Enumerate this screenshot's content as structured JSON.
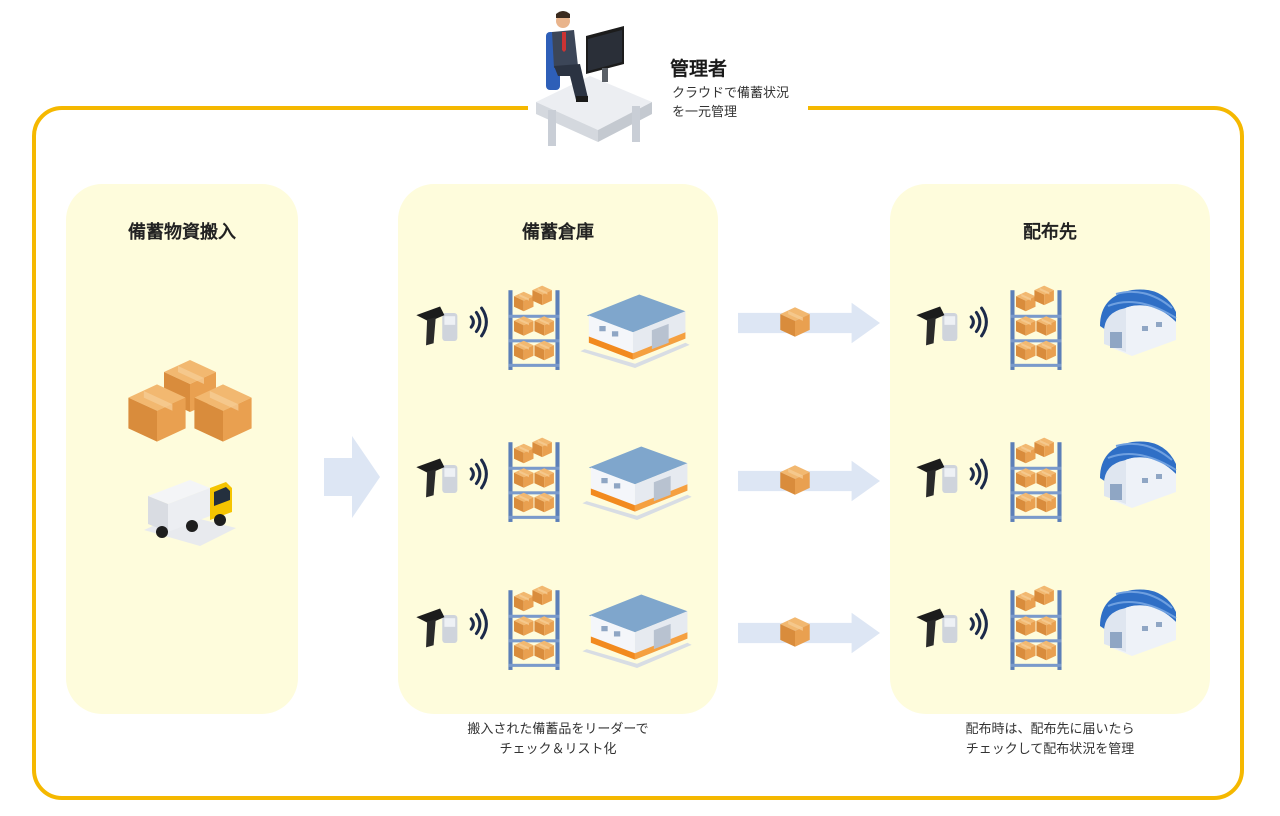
{
  "admin": {
    "title": "管理者",
    "desc_line1": "クラウドで備蓄状況",
    "desc_line2": "を一元管理"
  },
  "panels": {
    "intake": {
      "title": "備蓄物資搬入"
    },
    "warehouse": {
      "title": "備蓄倉庫",
      "caption_line1": "搬入された備蓄品をリーダーで",
      "caption_line2": "チェック＆リスト化"
    },
    "destination": {
      "title": "配布先",
      "caption_line1": "配布時は、配布先に届いたら",
      "caption_line2": "チェックして配布状況を管理"
    }
  },
  "colors": {
    "frame": "#f5b800",
    "panel_bg": "#fefcdc",
    "arrow": "#dde6f4",
    "box": "#e8a04a",
    "roof_flat": "#7fa6cc",
    "roof_dome": "#2f6fc6",
    "warehouse_stripe": "#f28a1e"
  },
  "icons": [
    "rfid-reader-icon",
    "signal-waves-icon",
    "shelf-boxes-icon",
    "warehouse-icon",
    "dome-warehouse-icon",
    "cardboard-box-icon",
    "truck-icon",
    "admin-at-desk-icon"
  ]
}
